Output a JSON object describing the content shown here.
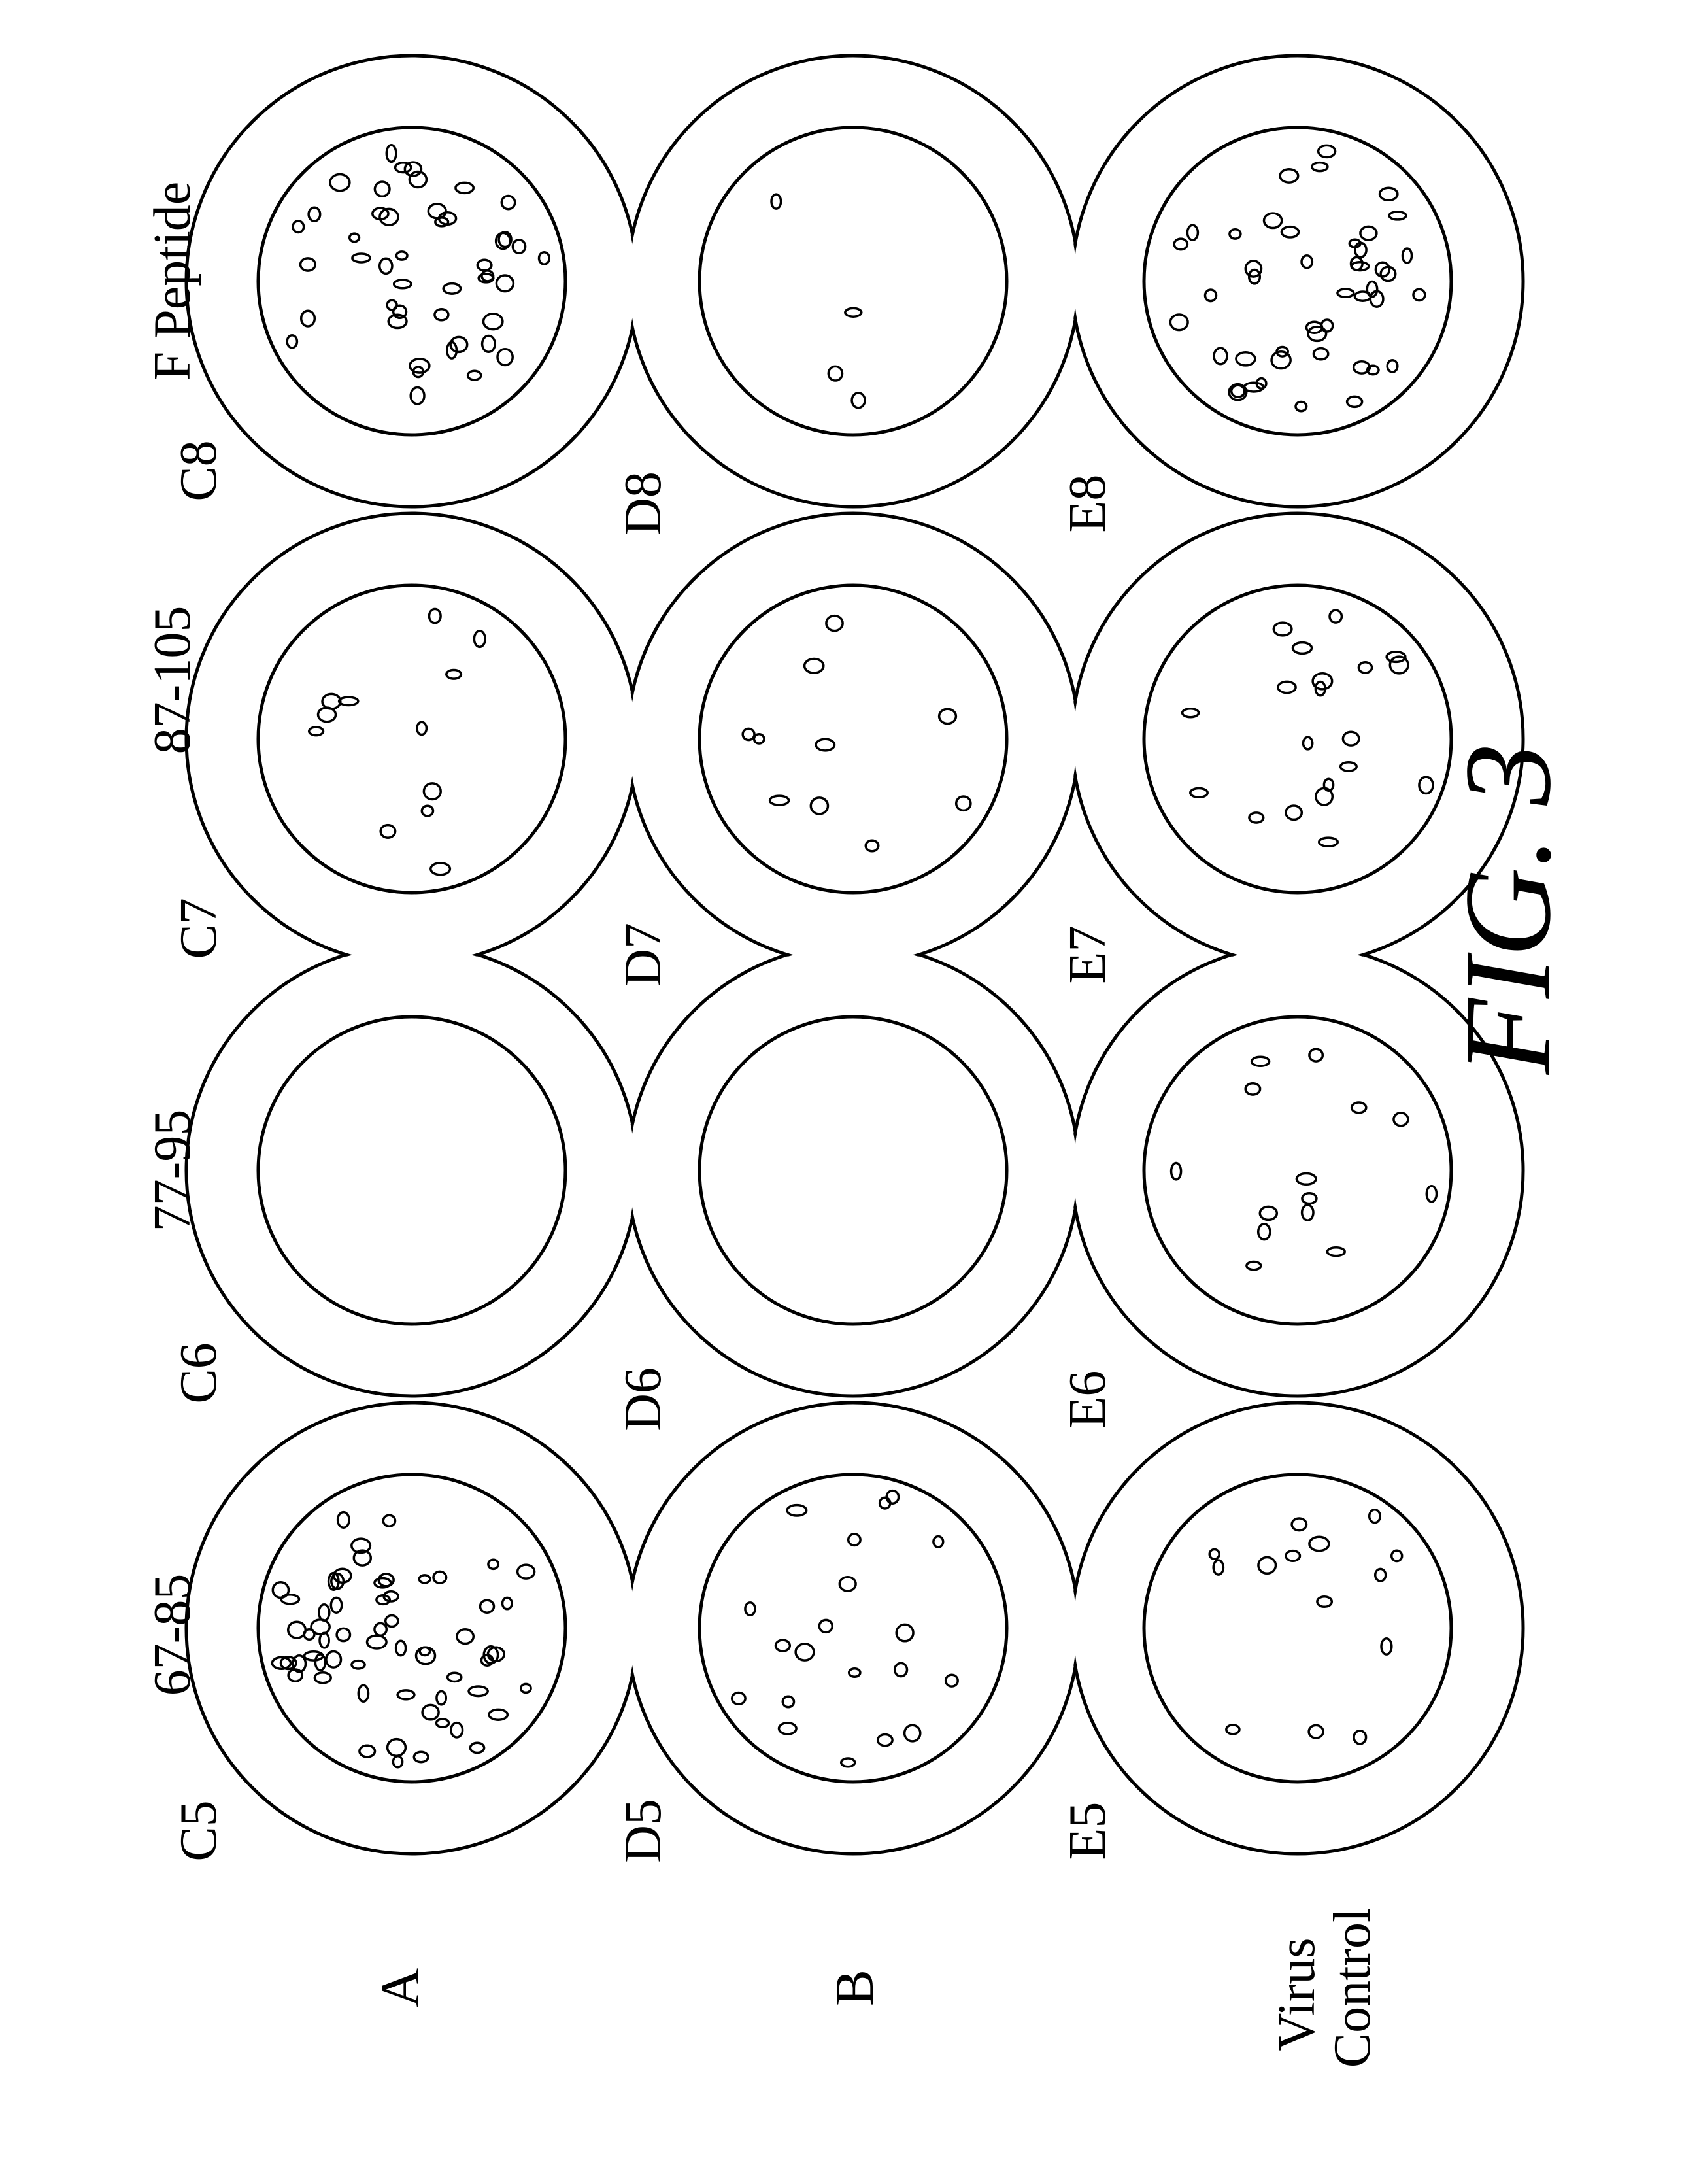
{
  "figure": {
    "caption": "FIG. 3"
  },
  "columns": [
    {
      "label": "67-85"
    },
    {
      "label": "77-95"
    },
    {
      "label": "87-105"
    },
    {
      "label": "F Peptide"
    }
  ],
  "rows": [
    {
      "label": "A",
      "well_labels": [
        "C5",
        "C6",
        "C7",
        "C8"
      ],
      "plaque_counts": [
        60,
        0,
        12,
        45
      ]
    },
    {
      "label": "B",
      "well_labels": [
        "D5",
        "D6",
        "D7",
        "D8"
      ],
      "plaque_counts": [
        20,
        0,
        10,
        4
      ]
    },
    {
      "label": "Virus Control",
      "well_labels": [
        "E5",
        "E6",
        "E7",
        "E8"
      ],
      "plaque_counts": [
        14,
        14,
        20,
        45
      ]
    }
  ]
}
